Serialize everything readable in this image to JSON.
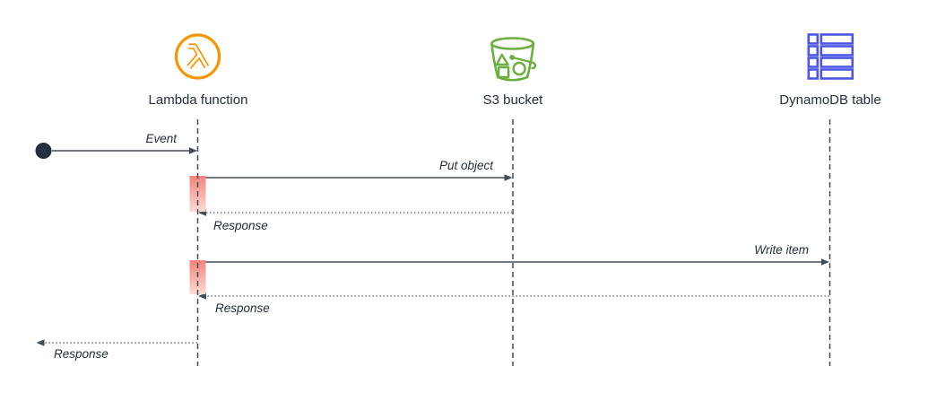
{
  "app": {
    "type": "sequence-diagram"
  },
  "participants": [
    {
      "id": "lambda-function",
      "label": "Lambda function",
      "icon": "lambda-function-icon",
      "color": "#F79500"
    },
    {
      "id": "s3-bucket",
      "label": "S3 bucket",
      "icon": "s3-bucket-icon",
      "color": "#6CAE3E"
    },
    {
      "id": "dynamodb-table",
      "label": "DynamoDB table",
      "icon": "dynamodb-table-icon",
      "color": "#4D55E5"
    }
  ],
  "messages": [
    {
      "label": "Event",
      "from": "start",
      "to": "lambda-function",
      "line": "solid",
      "direction": "right"
    },
    {
      "label": "Put object",
      "from": "lambda-function",
      "to": "s3-bucket",
      "line": "solid",
      "direction": "right"
    },
    {
      "label": "Response",
      "from": "s3-bucket",
      "to": "lambda-function",
      "line": "dotted",
      "direction": "left"
    },
    {
      "label": "Write item",
      "from": "lambda-function",
      "to": "dynamodb-table",
      "line": "solid",
      "direction": "right"
    },
    {
      "label": "Response",
      "from": "dynamodb-table",
      "to": "lambda-function",
      "line": "dotted",
      "direction": "left"
    },
    {
      "label": "Response",
      "from": "lambda-function",
      "to": "start",
      "line": "dotted",
      "direction": "left"
    }
  ],
  "colors": {
    "lambda_orange": "#F79500",
    "s3_green": "#6CAE3E",
    "dynamodb_blue": "#4D55E5",
    "text": "#232F3E",
    "line": "#414B5A",
    "dotted_line": "#5A6372",
    "start_node": "#242F3E",
    "activation_top": "#F4817C",
    "activation_bottom": "#FCDCD4",
    "background": "#FFFFFF"
  }
}
